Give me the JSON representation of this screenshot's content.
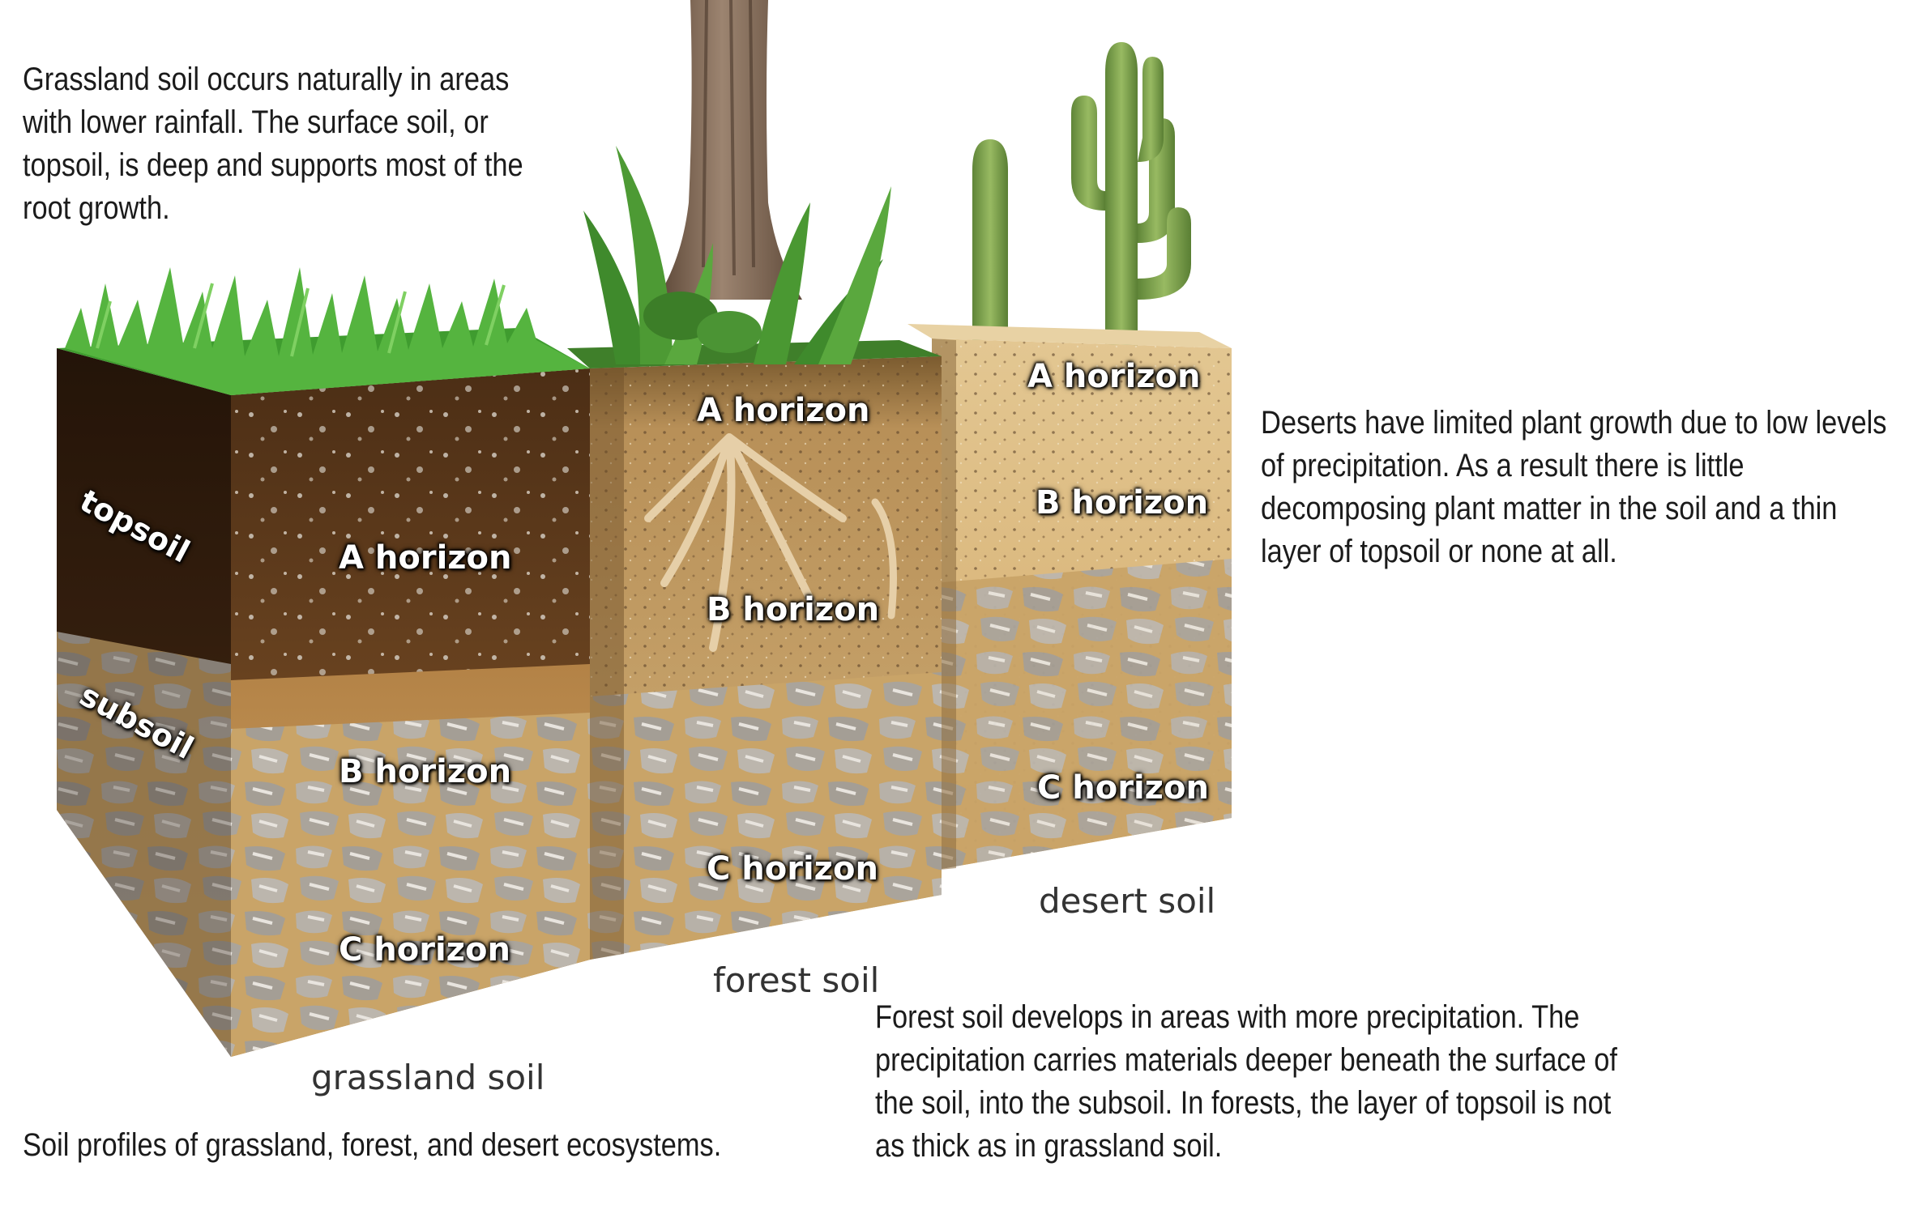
{
  "captions": {
    "grassland_note": "Grassland soil occurs naturally in areas with lower rainfall. The surface soil, or topsoil, is deep and supports most of the root growth.",
    "desert_note": "Deserts have limited plant growth due to low levels of precipitation. As a result there is little decomposing plant matter in the soil and a thin layer of topsoil or none at all.",
    "forest_note": "Forest soil develops in areas with more precipitation. The precipitation carries materials deeper beneath the surface of the soil, into the subsoil. In forests, the layer of topsoil is not as thick as in grassland soil.",
    "figure_caption": "Soil profiles of grassland, forest, and desert ecosystems."
  },
  "profiles": {
    "grassland": {
      "name": "grassland soil",
      "side_top": "topsoil",
      "side_sub": "subsoil",
      "a": "A horizon",
      "b": "B horizon",
      "c": "C horizon"
    },
    "forest": {
      "name": "forest soil",
      "a": "A horizon",
      "b": "B horizon",
      "c": "C horizon"
    },
    "desert": {
      "name": "desert soil",
      "a": "A horizon",
      "b": "B horizon",
      "c": "C horizon"
    }
  },
  "colors": {
    "topsoil_dark": "#3f2512",
    "topsoil": "#6b4322",
    "subsoil": "#c39a5c",
    "sand": "#d9b880",
    "rock": "#9a948c",
    "grass": "#4fae3a",
    "cactus": "#7ea24e",
    "bark": "#7a6350"
  }
}
